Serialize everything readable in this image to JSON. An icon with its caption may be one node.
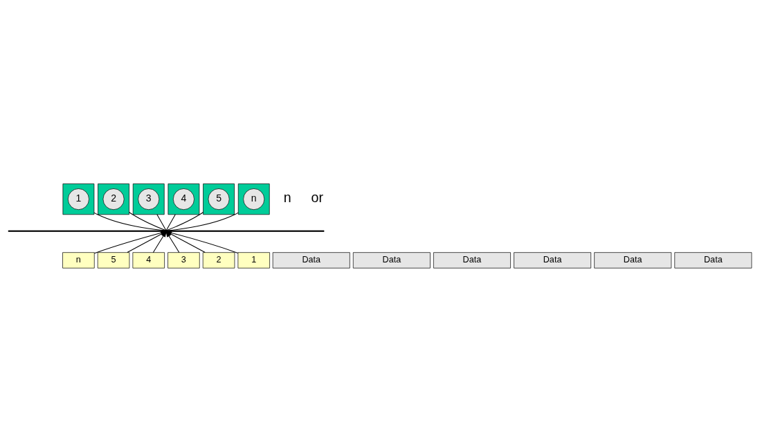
{
  "diagram": {
    "nodes": [
      {
        "text": [],
        "shape": "box"
      },
      {
        "text": [
          "1"
        ],
        "in": 0
      },
      {
        "text": [],
        "shape": "box"
      },
      {
        "text": [
          "2"
        ],
        "in": 2
      },
      {
        "text": [],
        "shape": "box"
      },
      {
        "text": [
          "3"
        ],
        "in": 4
      },
      {
        "text": [],
        "shape": "box"
      },
      {
        "text": [
          "4"
        ],
        "in": 6
      },
      {
        "text": [],
        "shape": "box"
      },
      {
        "text": [
          "5"
        ],
        "in": 8
      },
      {
        "text": [],
        "shape": "box"
      },
      {
        "text": [
          "n"
        ],
        "in": 10
      },
      {
        "text": [],
        "shape": "bar"
      },
      {
        "text": [
          "n"
        ]
      },
      {
        "text": [
          "Data"
        ]
      },
      {
        "text": [
          "5"
        ]
      },
      {
        "text": [
          "Data"
        ]
      },
      {
        "text": [
          "4"
        ]
      },
      {
        "text": [
          "Data"
        ]
      },
      {
        "text": [
          "3"
        ]
      },
      {
        "text": [
          "Data"
        ]
      },
      {
        "text": [
          "2"
        ]
      },
      {
        "text": [
          "Data"
        ]
      },
      {
        "text": [
          "1"
        ]
      },
      {
        "text": [
          "Data"
        ]
      }
    ],
    "edges": [
      {
        "from": 0,
        "to": 12,
        "arrow": "none"
      },
      {
        "from": 2,
        "to": 12,
        "arrow": "none"
      },
      {
        "from": 4,
        "to": 12,
        "arrow": "none"
      },
      {
        "from": 6,
        "to": 12,
        "arrow": "none"
      },
      {
        "from": 8,
        "to": 12,
        "arrow": "none"
      },
      {
        "from": 10,
        "to": 12,
        "arrow": "none"
      },
      {
        "from": 23,
        "to": 12,
        "arrow": "to"
      },
      {
        "from": 21,
        "to": 12,
        "arrow": "to"
      },
      {
        "from": 19,
        "to": 12,
        "arrow": "to"
      },
      {
        "from": 17,
        "to": 12,
        "arrow": "to"
      },
      {
        "from": 15,
        "to": 12,
        "arrow": "to"
      },
      {
        "from": 13,
        "to": 12,
        "arrow": "to"
      }
    ],
    "labels": [
      "n",
      "or"
    ]
  }
}
